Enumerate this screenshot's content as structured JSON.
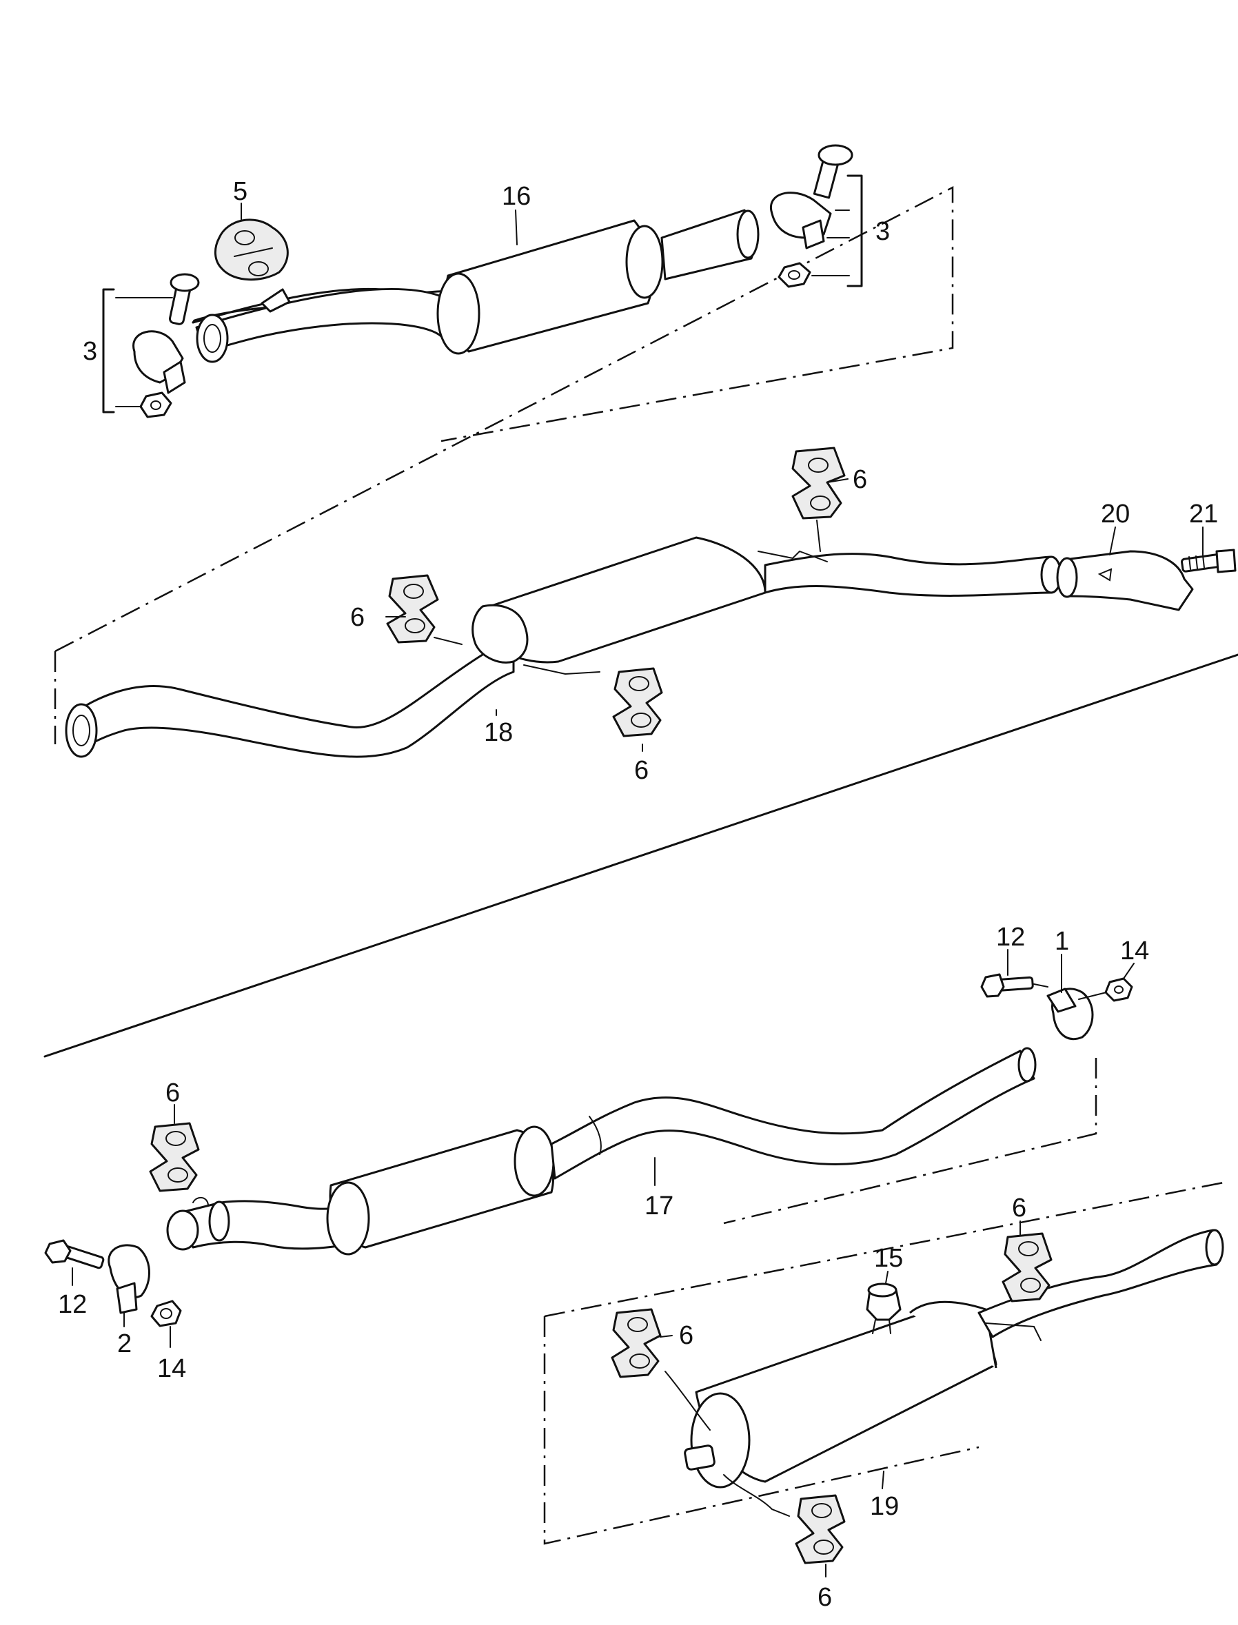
{
  "callouts": {
    "c5": "5",
    "c16": "16",
    "c3_left": "3",
    "c3_right": "3",
    "c6_a": "6",
    "c6_b": "6",
    "c6_c": "6",
    "c20": "20",
    "c21": "21",
    "c18": "18",
    "c12_top": "12",
    "c1": "1",
    "c14_top": "14",
    "c6_d": "6",
    "c17": "17",
    "c12_bottom": "12",
    "c2": "2",
    "c14_bottom": "14",
    "c15": "15",
    "c6_e": "6",
    "c6_f": "6",
    "c19": "19",
    "c6_g": "6"
  },
  "colors": {
    "line": "#111111",
    "paper": "#ffffff",
    "pad_fill": "#ececec"
  }
}
